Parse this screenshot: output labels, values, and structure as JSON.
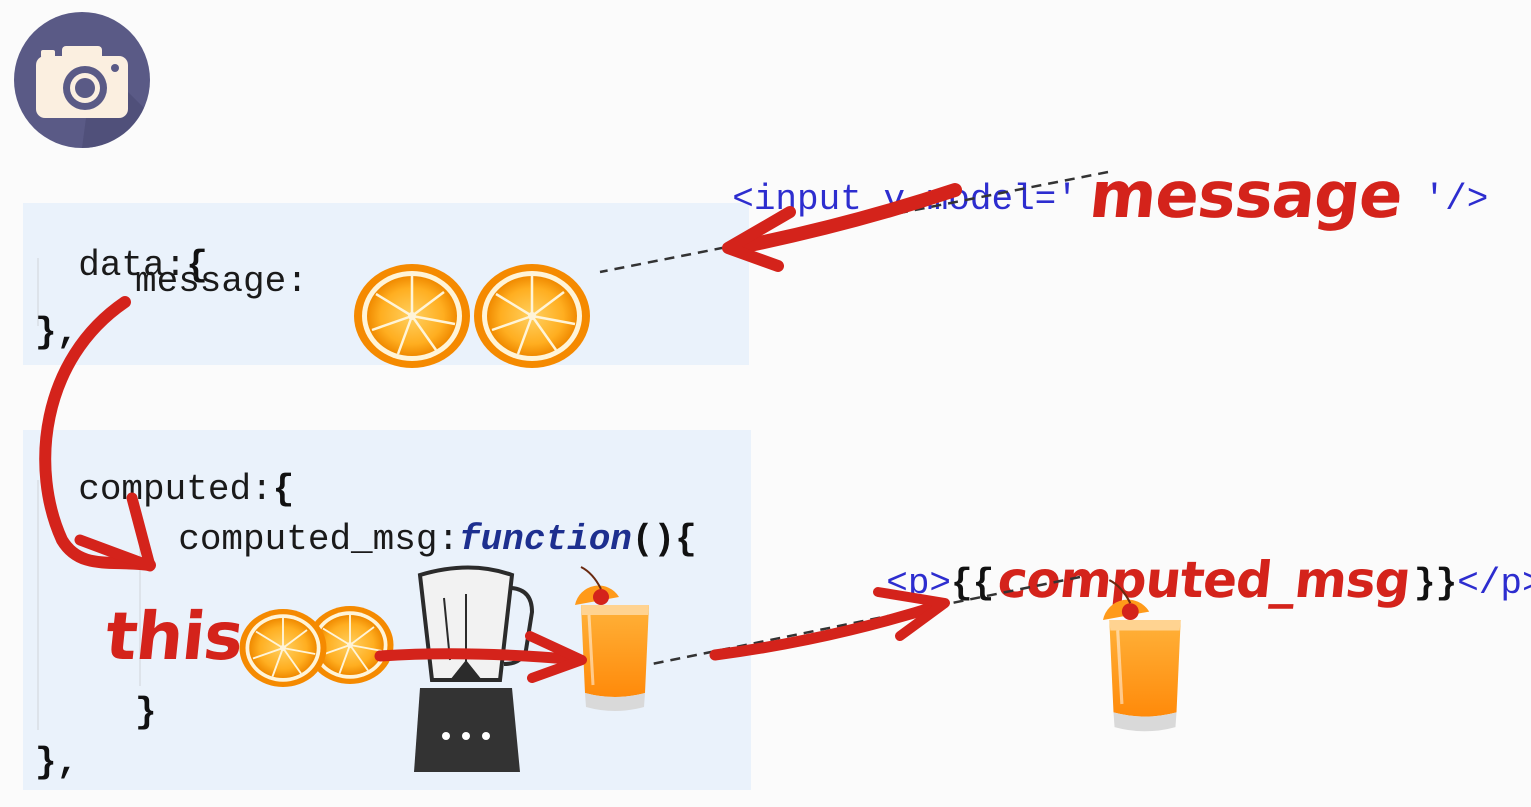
{
  "camera_icon": "camera-icon",
  "data_block": {
    "open": "data:",
    "brace_open": "{",
    "message_label": "message:",
    "close": "},"
  },
  "computed_block": {
    "open": "computed:",
    "brace_open": "{",
    "prop_label": "computed_msg:",
    "fn_keyword": "function",
    "fn_parens": "()",
    "fn_brace": "{",
    "inner_close": "}",
    "close": "},"
  },
  "input_tag": {
    "open": "<input v-model='",
    "model": "message",
    "close": "'/>"
  },
  "p_tag": {
    "open": "<p>",
    "mustache_open": "{{",
    "expr": "computed_msg",
    "mustache_close": "}}",
    "close": "</p>"
  },
  "this_label": "this.",
  "colors": {
    "accent_red": "#d4231b",
    "tag_blue": "#2d2dcf",
    "panel_bg": "#eaf2fb",
    "icon_bg": "#5a5a86"
  }
}
